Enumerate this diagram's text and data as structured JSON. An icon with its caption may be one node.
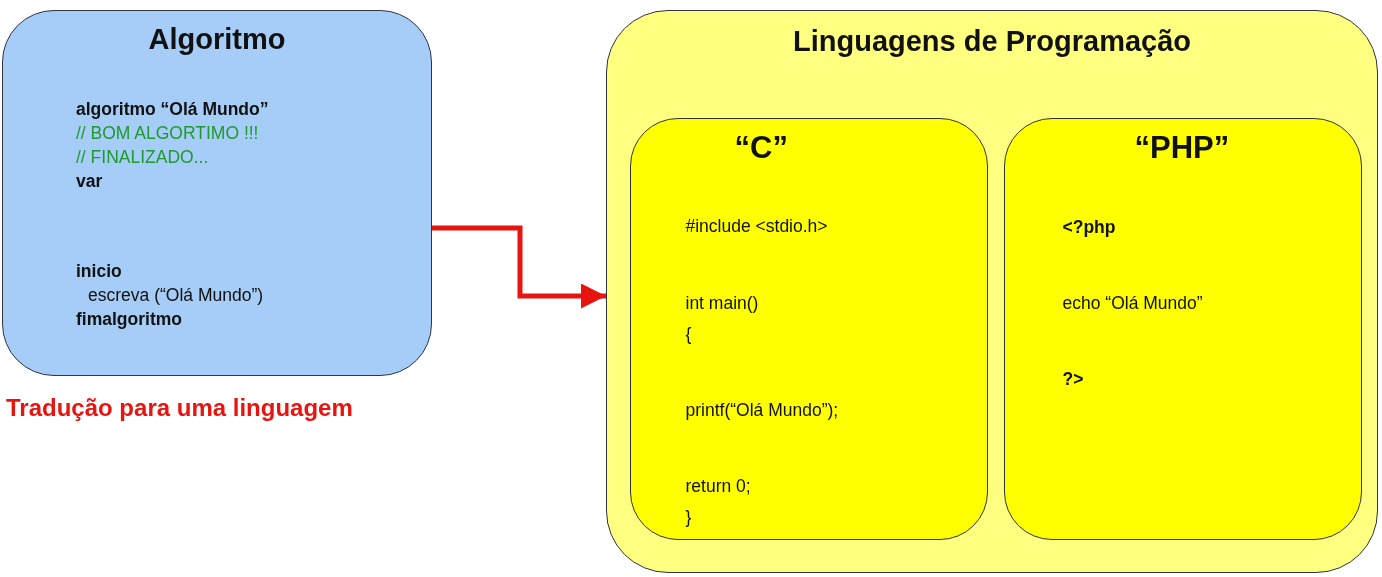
{
  "diagram": {
    "nodes": [
      {
        "text": [
          "Algoritmo",
          "algoritmo “Olá Mundo”",
          "// BOM ALGORTIMO !!!",
          "// FINALIZADO...",
          "var",
          "inicio",
          "escreva (“Olá Mundo”)",
          "fimalgoritmo"
        ]
      },
      {
        "text": [
          "Linguagens de Programação"
        ]
      },
      {
        "text": [
          "“C”",
          "#include <stdio.h>",
          "int main()",
          "{",
          "printf(“Olá Mundo”);",
          "return 0;",
          "}"
        ],
        "in": 1
      },
      {
        "text": [
          "“PHP”",
          "<?php",
          "echo “Olá Mundo”",
          "?>"
        ],
        "in": 1
      }
    ],
    "edges": [
      {
        "from": 0,
        "to": 1,
        "arrow": "to",
        "color": "#e8140f"
      }
    ],
    "labels": [
      "Tradução para uma linguagem"
    ]
  }
}
